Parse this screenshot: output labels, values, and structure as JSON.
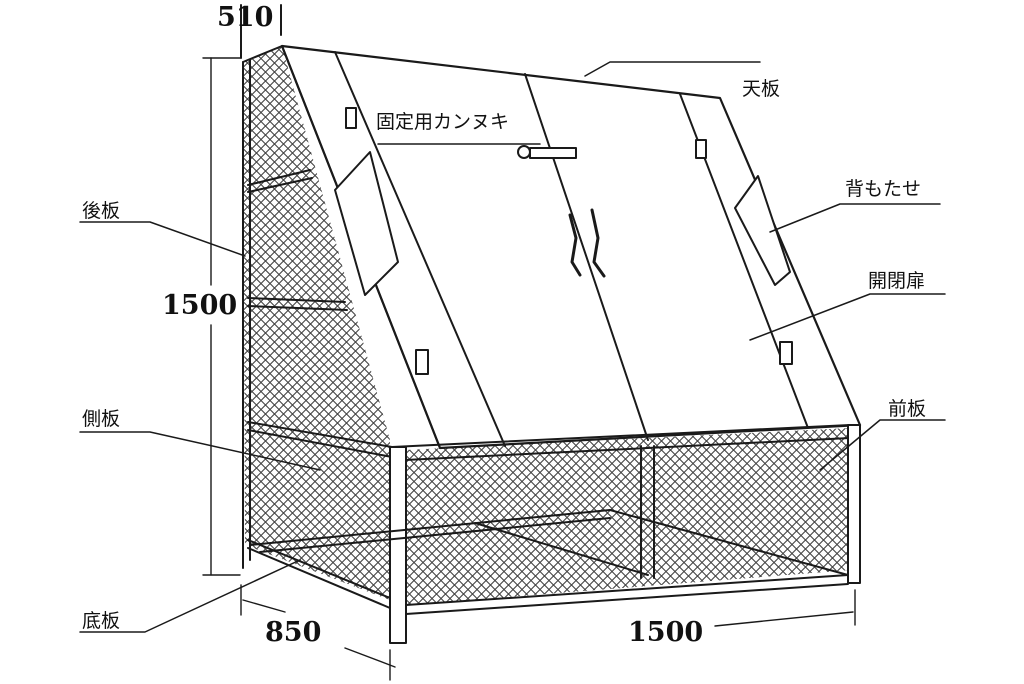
{
  "diagram": {
    "subject": "Mesh storage cage with sloped lid",
    "labels": {
      "top_panel": "天板",
      "lock_bolt": "固定用カンヌキ",
      "backrest": "背もたせ",
      "door": "開閉扉",
      "back_panel": "後板",
      "side_panel": "側板",
      "front_panel": "前板",
      "bottom_panel": "底板"
    },
    "dimensions": {
      "top_depth": "510",
      "height": "1500",
      "depth": "850",
      "width": "1500"
    },
    "colors": {
      "line": "#1a1a1a",
      "background": "#ffffff",
      "mesh": "#555555"
    }
  }
}
